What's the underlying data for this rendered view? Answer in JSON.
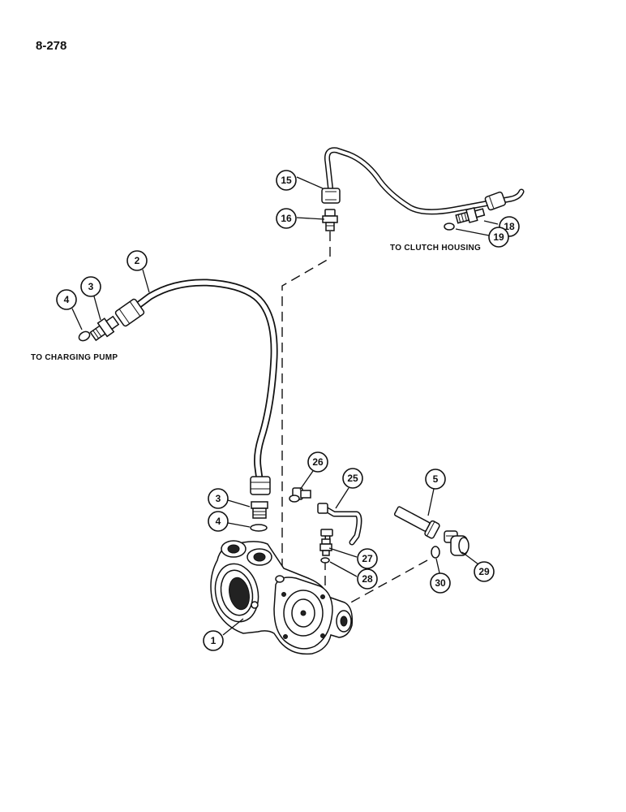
{
  "page": {
    "number": "8-278"
  },
  "destinations": {
    "clutch_housing": "TO CLUTCH HOUSING",
    "charging_pump": "TO CHARGING PUMP"
  },
  "callouts": {
    "c15": "15",
    "c16": "16",
    "c18": "18",
    "c19": "19",
    "c2": "2",
    "c3a": "3",
    "c4a": "4",
    "c26": "26",
    "c25": "25",
    "c5": "5",
    "c3b": "3",
    "c4b": "4",
    "c27": "27",
    "c28": "28",
    "c29": "29",
    "c30": "30",
    "c1": "1"
  }
}
